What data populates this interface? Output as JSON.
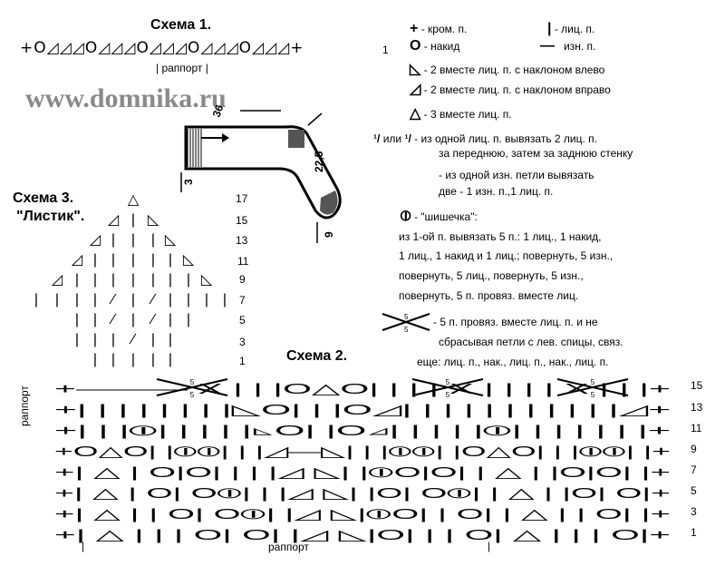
{
  "watermark": "www.domnika.ru",
  "schema1": {
    "title": "Схема 1.",
    "row": "+O◿◿◿O◿◿◿O◿◿◿O◿◿◿O◿◿◿+",
    "row_number": "1",
    "repeat_label": "раппорт"
  },
  "sock": {
    "dim_top": "36",
    "dim_side": "22,5",
    "dim_left": "3",
    "dim_bottom": "9"
  },
  "legend": {
    "edge": "- кром. п.",
    "knit": "- лиц. п.",
    "yo": "- накид",
    "purl": "изн. п.",
    "k2tog_left": "- 2 вместе лиц. п. с наклоном влево",
    "k2tog_right": "- 2 вместе лиц. п. с наклоном вправо",
    "k3tog": "- 3 вместе лиц. п.",
    "or": "или",
    "inc_1": "- из одной лиц. п. вывязать 2 лиц. п.",
    "inc_2": "за переднюю, затем за заднюю стенку",
    "inc_3": "- из одной изн. петли вывязать",
    "inc_4": "две - 1 изн. п.,1 лиц. п.",
    "bobble_title": "- \"шишечка\":",
    "bobble_1": "из 1-ой п. вывязать 5 п.: 1 лиц., 1 накид,",
    "bobble_2": "1 лиц., 1 накид и 1 лиц.; повернуть, 5 изн.,",
    "bobble_3": "повернуть, 5 лиц., повернуть, 5 изн.,",
    "bobble_4": "повернуть, 5 п. провяз. вместе лиц.",
    "cross_1": "- 5 п. провяз. вместе лиц. п. и не",
    "cross_2": "сбрасывая петли с лев. спицы, связ.",
    "cross_3": "еще: лиц. п., нак., лиц. п., нак., лиц. п."
  },
  "schema3": {
    "title": "Схема 3.",
    "subtitle": "\"Листик\".",
    "rows": [
      "17",
      "15",
      "13",
      "11",
      "9",
      "7",
      "5",
      "3",
      "1"
    ]
  },
  "schema2": {
    "title": "Схема 2.",
    "rows": [
      "15",
      "13",
      "11",
      "9",
      "7",
      "5",
      "3",
      "1"
    ],
    "repeat_label": "раппорт",
    "side_label": "раппорт"
  }
}
